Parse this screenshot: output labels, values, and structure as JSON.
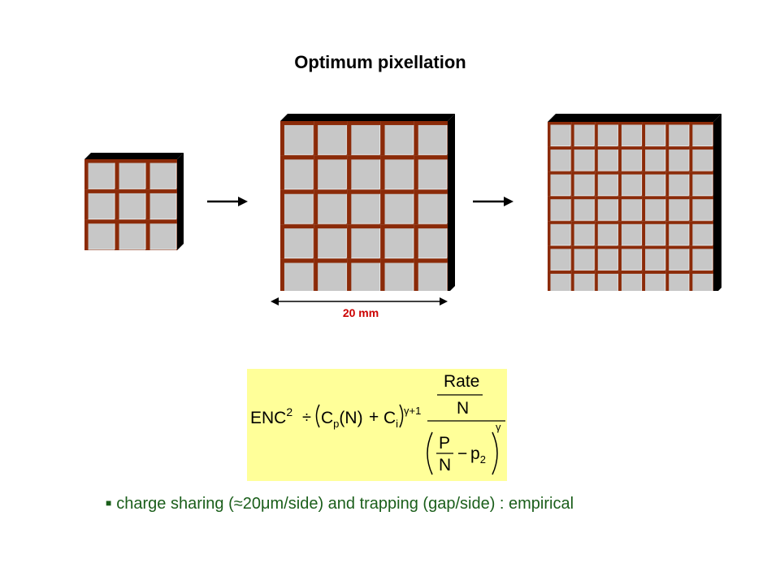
{
  "title": "Optimum pixellation",
  "dimension_label": "20 mm",
  "colors": {
    "pixel_face": "#c7c7c7",
    "pixel_shadow": "#8b2a08",
    "pixel_highlight": "#e6e6e6",
    "frame": "#000000",
    "formula_bg": "#ffff99",
    "label_red": "#cc0000",
    "note_green": "#1a5e1a"
  },
  "detectors": [
    {
      "name": "3x3",
      "grid": 3
    },
    {
      "name": "5x5",
      "grid": 5
    },
    {
      "name": "7x7",
      "grid": 7
    }
  ],
  "formula": {
    "lhs": "ENC",
    "lhs_sup": "2",
    "proportional": "÷",
    "cp": "C",
    "cp_sub": "p",
    "cp_arg": "(N)",
    "plus": "+",
    "ci": "C",
    "ci_sub": "i",
    "exp_top": "γ+1",
    "rate": "Rate",
    "n1": "N",
    "p_upper": "P",
    "n2": "N",
    "minus": "−",
    "p_lower": "p",
    "p_lower_sub": "2",
    "exp_bottom": "γ"
  },
  "note": {
    "bullet": "■",
    "text_before": "charge sharing (",
    "approx": "≈",
    "text_after": "20μm/side) and trapping (gap/side) : empirical"
  }
}
